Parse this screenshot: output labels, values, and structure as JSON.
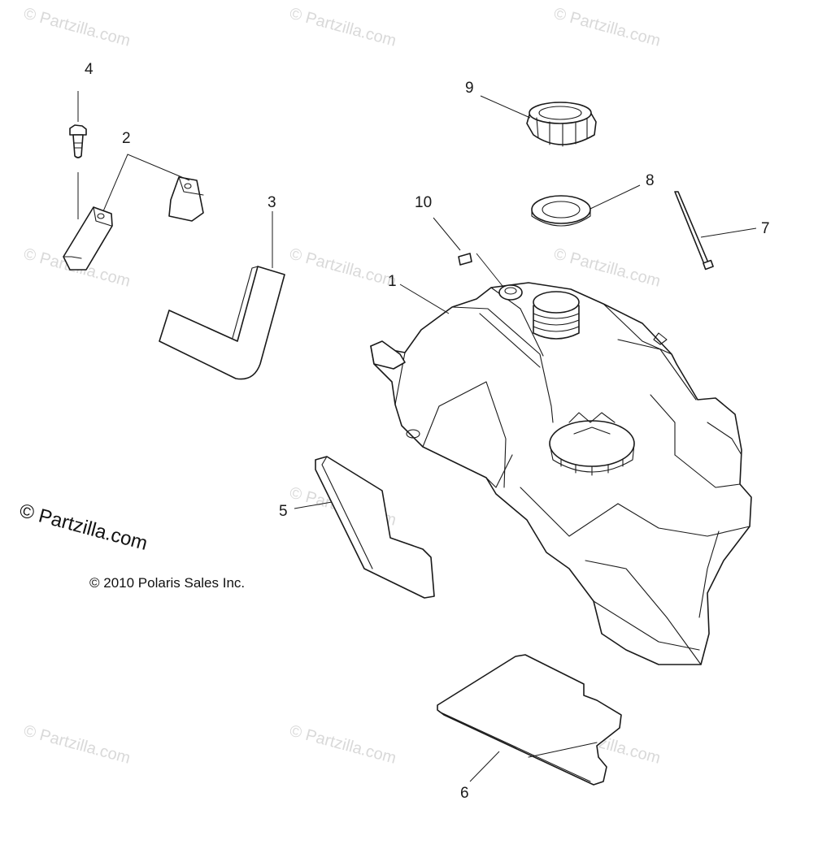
{
  "watermark": {
    "text": "© Partzilla.com"
  },
  "copyright": {
    "partzilla": "© Partzilla.com",
    "polaris": "© 2010 Polaris Sales Inc."
  },
  "callouts": [
    {
      "id": "1",
      "label": "1"
    },
    {
      "id": "2",
      "label": "2"
    },
    {
      "id": "3",
      "label": "3"
    },
    {
      "id": "4",
      "label": "4"
    },
    {
      "id": "5",
      "label": "5"
    },
    {
      "id": "6",
      "label": "6"
    },
    {
      "id": "7",
      "label": "7"
    },
    {
      "id": "8",
      "label": "8"
    },
    {
      "id": "9",
      "label": "9"
    },
    {
      "id": "10",
      "label": "10"
    }
  ],
  "colors": {
    "line": "#1a1a1a",
    "watermark": "#d9d9d9",
    "background": "#ffffff"
  }
}
